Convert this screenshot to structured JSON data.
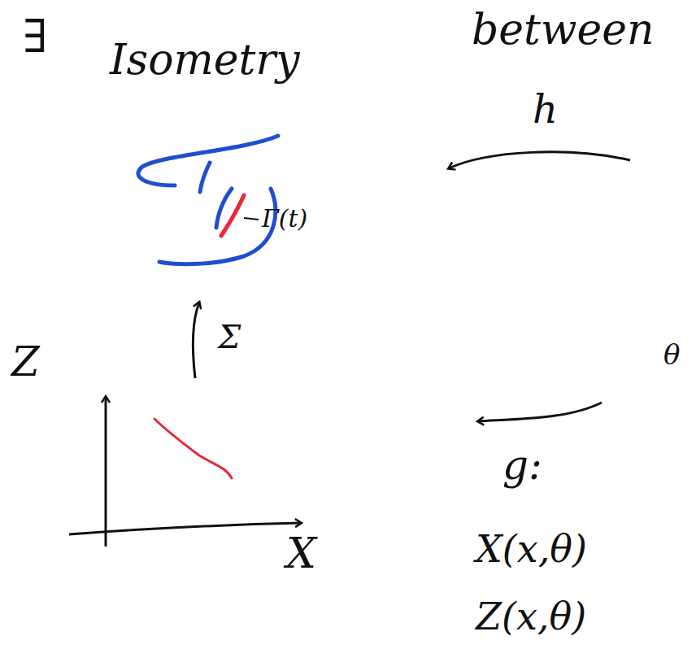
{
  "diagram": {
    "labels": [
      "∃",
      "Isometry",
      "between",
      "h",
      "Γ(t)",
      "Σ",
      "Z",
      "X",
      "θ",
      "g:",
      "X(x,θ)",
      "Z(x,θ)"
    ]
  }
}
